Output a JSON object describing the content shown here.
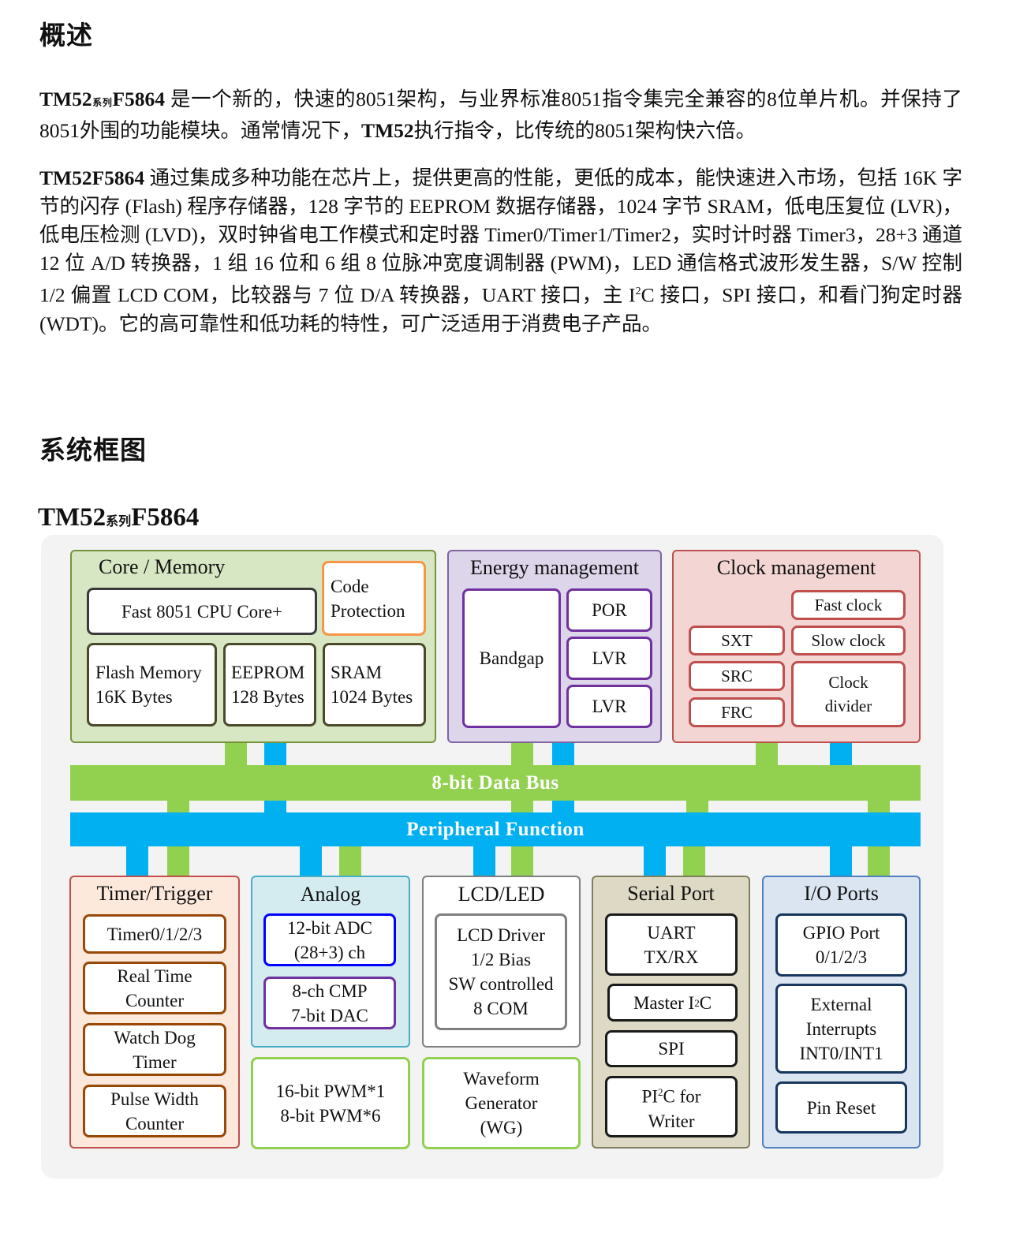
{
  "overview": {
    "heading": "概述",
    "p1": {
      "name_a": "TM52",
      "name_sub": "系列",
      "name_b": "F5864",
      "text": " 是一个新的，快速的8051架构，与业界标准8051指令集完全兼容的8位单片机。并保持了8051外围的功能模块。通常情况下，",
      "name2": "TM52",
      "text2": "执行指令，比传统的8051架构快六倍。"
    },
    "p2": {
      "name": "TM52F5864",
      "text_a": " 通过集成多种功能在芯片上，提供更高的性能，更低的成本，能快速进入市场，包括 16K 字节的闪存 (Flash) 程序存储器，128 字节的 EEPROM 数据存储器，1024 字节 SRAM，低电压复位 (LVR)，低电压检测 (LVD)，双时钟省电工作模式和定时器 Timer0/Timer1/Timer2，实时计时器 Timer3，28+3 通道 12 位 A/D 转换器，1 组 16 位和 6 组 8 位脉冲宽度调制器 (PWM)，LED 通信格式波形发生器，S/W 控制 1/2 偏置 LCD COM，比较器与 7 位 D/A 转换器，UART 接口，主 I",
      "sup": "2",
      "text_b": "C 接口，SPI 接口，和看门狗定时器 (WDT)。它的高可靠性和低功耗的特性，可广泛适用于消费电子产品。"
    }
  },
  "system": {
    "heading": "系统框图",
    "chip_a": "TM52",
    "chip_sub": "系列",
    "chip_b": "F5864"
  },
  "diagram": {
    "core": {
      "title": "Core / Memory",
      "cpu": "Fast 8051 CPU Core+",
      "code_protection": "Code\nProtection",
      "flash": "Flash Memory\n16K Bytes",
      "eeprom": "EEPROM\n128 Bytes",
      "sram": "SRAM\n1024 Bytes"
    },
    "energy": {
      "title": "Energy management",
      "bandgap": "Bandgap",
      "por": "POR",
      "lvr1": "LVR",
      "lvr2": "LVR"
    },
    "clock": {
      "title": "Clock management",
      "fast": "Fast clock",
      "slow": "Slow clock",
      "sxt": "SXT",
      "src": "SRC",
      "frc": "FRC",
      "divider": "Clock\ndivider"
    },
    "data_bus": "8-bit Data Bus",
    "peripheral": "Peripheral Function",
    "timer": {
      "title": "Timer/Trigger",
      "t0123": "Timer0/1/2/3",
      "rtc": "Real Time\nCounter",
      "wdt": "Watch Dog\nTimer",
      "pwc": "Pulse Width\nCounter"
    },
    "analog": {
      "title": "Analog",
      "adc": "12-bit ADC\n(28+3) ch",
      "cmp": "8-ch CMP\n7-bit DAC"
    },
    "pwm": "16-bit PWM*1\n8-bit PWM*6",
    "lcd": {
      "title": "LCD/LED",
      "driver": "LCD Driver\n1/2 Bias\nSW controlled\n8 COM"
    },
    "wg": "Waveform\nGenerator\n(WG)",
    "serial": {
      "title": "Serial Port",
      "uart": "UART\nTX/RX",
      "i2c_a": "Master I",
      "i2c_sup": "2",
      "i2c_b": "C",
      "spi": "SPI",
      "pi2c_a": "PI",
      "pi2c_sup": "2",
      "pi2c_b": "C for\nWriter"
    },
    "io": {
      "title": "I/O Ports",
      "gpio": "GPIO Port\n0/1/2/3",
      "ext": "External\nInterrupts\nINT0/INT1",
      "reset": "Pin Reset"
    },
    "colors": {
      "green_bus": "#92d050",
      "blue_bus": "#00b0f0",
      "core_bg": "#d8e7c3",
      "core_border": "#76933c",
      "energy_bg": "#ddd5ea",
      "energy_border": "#8064a2",
      "energy_box": "#7030a0",
      "clock_bg": "#f3d5d4",
      "clock_border": "#c0504d",
      "clock_box": "#c0504d",
      "timer_bg": "#fce9dc",
      "timer_border": "#c0504d",
      "analog_bg": "#d4ecf0",
      "orange": "#f79646"
    }
  }
}
